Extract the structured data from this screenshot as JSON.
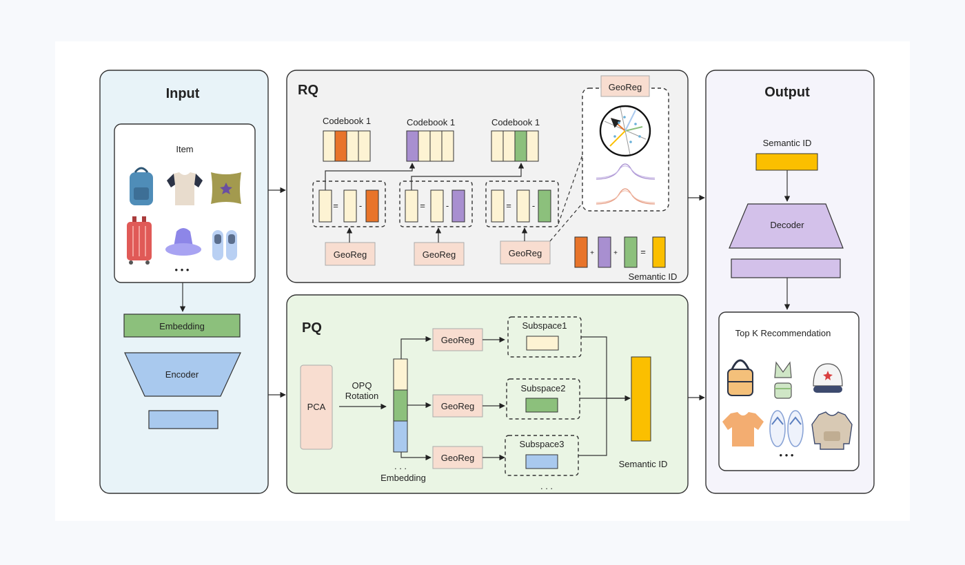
{
  "input": {
    "title": "Input",
    "item_label": "Item",
    "item_icons": [
      "backpack-icon",
      "tshirt-icon",
      "pillow-icon",
      "suitcase-icon",
      "bucket-hat-icon",
      "sneakers-icon"
    ],
    "ellipsis": "• • •",
    "embedding_label": "Embedding",
    "encoder_label": "Encoder"
  },
  "rq": {
    "title": "RQ",
    "codebooks": [
      "Codebook 1",
      "Codebook 1",
      "Codebook 1"
    ],
    "georeg": "GeoReg",
    "equals": "=",
    "minus": "-",
    "plus": "+",
    "semantic_id": "Semantic ID"
  },
  "pq": {
    "title": "PQ",
    "pca": "PCA",
    "rotation_line1": "OPQ",
    "rotation_line2": "Rotation",
    "embedding": "Embedding",
    "georeg": "GeoReg",
    "subspaces": [
      "Subspace1",
      "Subspace2",
      "Subspace3"
    ],
    "dots": ". . .",
    "semantic_id": "Semantic ID"
  },
  "output": {
    "title": "Output",
    "semantic_id": "Semantic ID",
    "decoder": "Decoder",
    "topk": "Top K Recommendation",
    "rec_icons": [
      "handbag-icon",
      "swimsuit-icon",
      "cap-icon",
      "tshirt-icon",
      "flip-flops-icon",
      "sweater-icon"
    ],
    "ellipsis": "• • •"
  },
  "colors": {
    "input_bg": "#e8f3f8",
    "rq_bg": "#f2f2f2",
    "pq_bg": "#eaf5e4",
    "output_bg": "#f5f4fb",
    "cream": "#fdf3d3",
    "orange": "#e8742a",
    "purple": "#a88fd0",
    "green": "#8cc07c",
    "blue": "#a9c9ee",
    "yellow": "#fbbf00",
    "georeg": "#f8ddd0",
    "lavender": "#d3c1ea"
  }
}
